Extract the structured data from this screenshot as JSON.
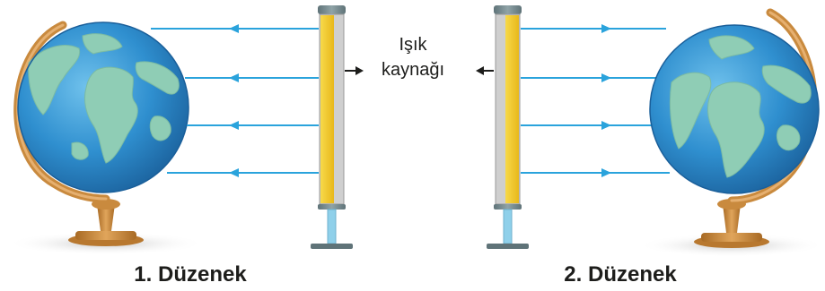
{
  "setup_1": {
    "caption": "1. Düzenek",
    "ray_direction": "left"
  },
  "setup_2": {
    "caption": "2. Düzenek",
    "ray_direction": "right"
  },
  "light_source": {
    "label_line1": "Işık",
    "label_line2": "kaynağı"
  },
  "colors": {
    "ocean": "#2f8fcf",
    "land": "#8fcdb5",
    "globe_stand": "#c98a3e",
    "ray": "#2aa3dc",
    "light_bar": "#f4cc28",
    "bar_body": "#c9c9c9"
  }
}
